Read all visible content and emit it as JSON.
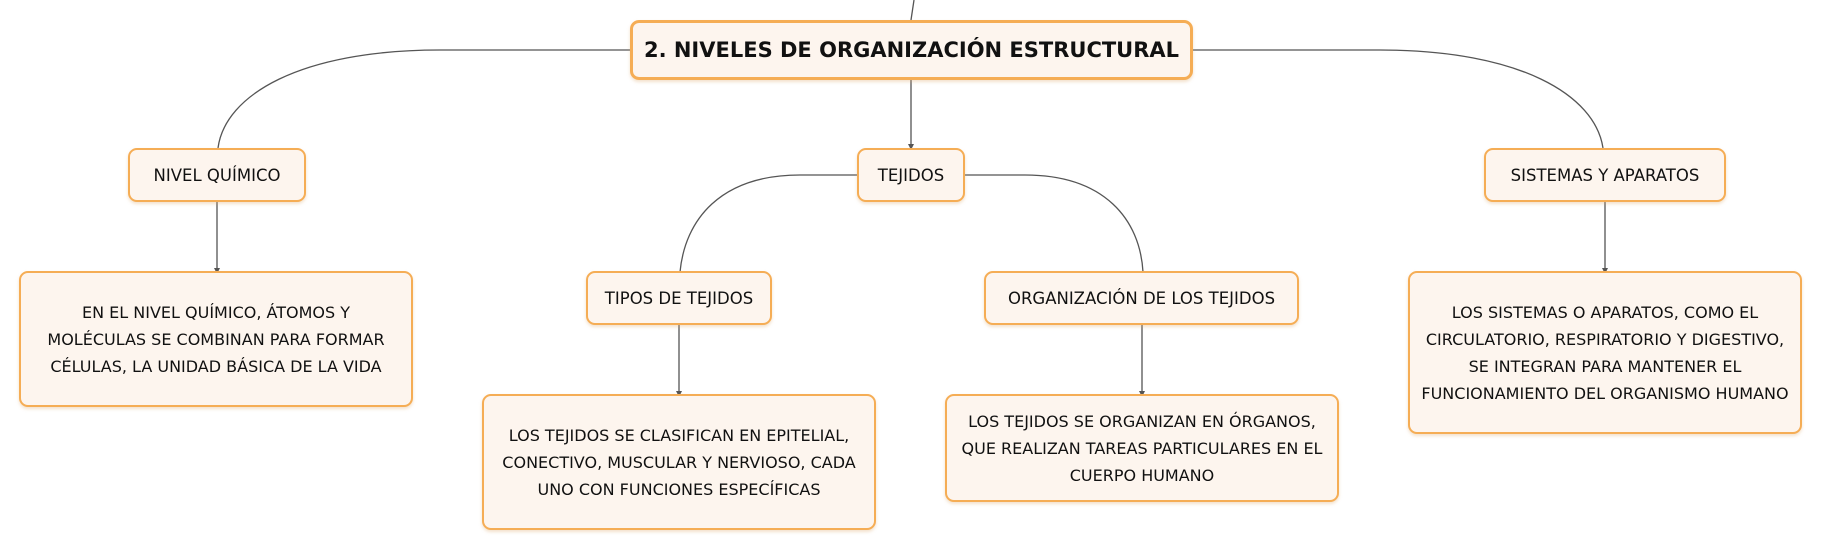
{
  "diagram": {
    "type": "mind-map",
    "colors": {
      "node_fill": "#fdf5ee",
      "node_border": "#f5ad55",
      "connector": "#555555",
      "text": "#111111"
    },
    "root": {
      "label": "2. NIVELES DE ORGANIZACIÓN ESTRUCTURAL"
    },
    "branches": {
      "nivel_quimico": {
        "label": "NIVEL QUÍMICO",
        "description": "EN EL NIVEL QUÍMICO, ÁTOMOS Y MOLÉCULAS SE COMBINAN PARA FORMAR CÉLULAS, LA UNIDAD BÁSICA DE LA VIDA"
      },
      "tejidos": {
        "label": "TEJIDOS",
        "tipos": {
          "label": "TIPOS DE TEJIDOS",
          "description": "LOS TEJIDOS SE CLASIFICAN EN EPITELIAL, CONECTIVO, MUSCULAR Y NERVIOSO, CADA UNO CON FUNCIONES ESPECÍFICAS"
        },
        "organizacion": {
          "label": "ORGANIZACIÓN DE LOS TEJIDOS",
          "description": "LOS TEJIDOS SE ORGANIZAN EN ÓRGANOS, QUE REALIZAN TAREAS PARTICULARES EN EL CUERPO HUMANO"
        }
      },
      "sistemas": {
        "label": "SISTEMAS Y APARATOS",
        "description": "LOS SISTEMAS O APARATOS, COMO EL CIRCULATORIO, RESPIRATORIO Y DIGESTIVO, SE INTEGRAN PARA MANTENER EL FUNCIONAMIENTO DEL ORGANISMO HUMANO"
      }
    }
  }
}
